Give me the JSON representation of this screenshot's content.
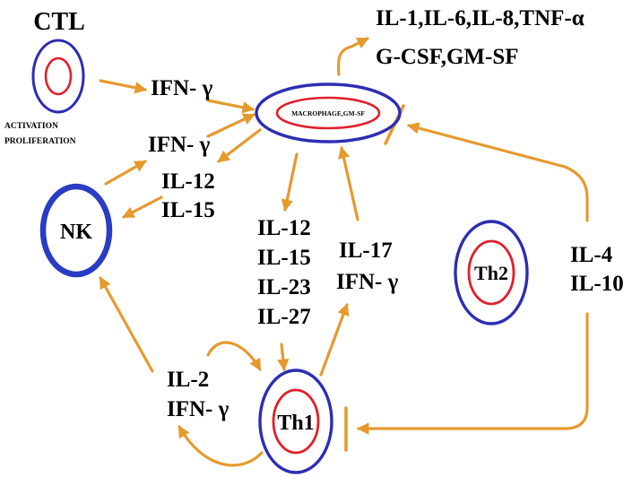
{
  "colors": {
    "arrow": "#e59a2e",
    "outer_ring": "#2d2db5",
    "inner_ring": "#e0202a",
    "nk_ring": "#2a3cc4",
    "text": "#000000"
  },
  "nodes": {
    "ctl": {
      "title": "CTL",
      "note_line1": "ACTIVATION",
      "note_line2": "PROLIFERATION"
    },
    "macrophage": {
      "label": "MACROPHAGE,GM-SF"
    },
    "nk": {
      "label": "NK"
    },
    "th1": {
      "label": "Th1"
    },
    "th2": {
      "label": "Th2"
    }
  },
  "labels": {
    "macrophage_output_line1": "IL-1,IL-6,IL-8,TNF-α",
    "macrophage_output_line2": "G-CSF,GM-SF",
    "ctl_to_macrophage": "IFN- γ",
    "nk_to_macrophage": "IFN- γ",
    "macrophage_to_nk_1": "IL-12",
    "macrophage_to_nk_2": "IL-15",
    "macrophage_to_th1_1": "IL-12",
    "macrophage_to_th1_2": "IL-15",
    "macrophage_to_th1_3": "IL-23",
    "macrophage_to_th1_4": "IL-27",
    "th1_to_macrophage_1": "IL-17",
    "th1_to_macrophage_2": "IFN- γ",
    "th2_inhibition_1": "IL-4",
    "th2_inhibition_2": "IL-10",
    "th1_autocrine_1": "IL-2",
    "th1_autocrine_2": "IFN- γ"
  }
}
